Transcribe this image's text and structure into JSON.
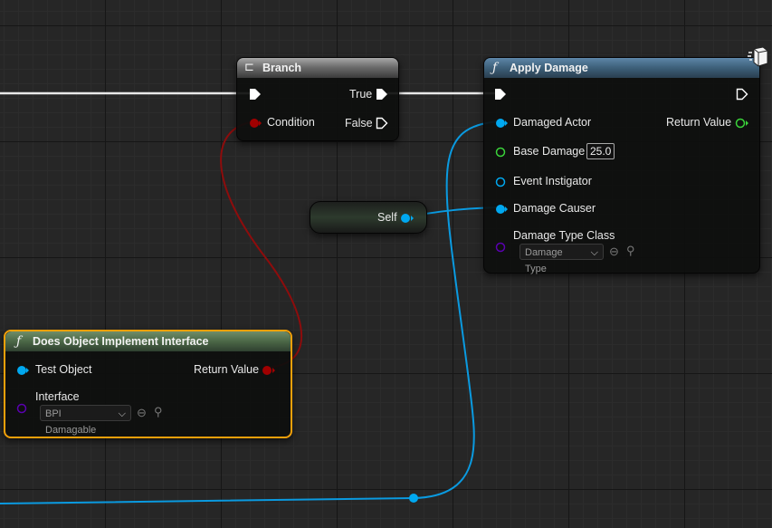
{
  "branch": {
    "title": "Branch",
    "true_label": "True",
    "false_label": "False",
    "condition_label": "Condition"
  },
  "apply_damage": {
    "title": "Apply Damage",
    "pins": {
      "damaged_actor": "Damaged Actor",
      "return_value": "Return Value",
      "base_damage": "Base Damage",
      "base_damage_value": "25.0",
      "event_instigator": "Event Instigator",
      "damage_causer": "Damage Causer",
      "damage_type_class": "Damage Type Class",
      "damage_type_value": "Damage Type"
    }
  },
  "self_node": {
    "label": "Self"
  },
  "implements_node": {
    "title": "Does Object Implement Interface",
    "pins": {
      "test_object": "Test Object",
      "return_value": "Return Value",
      "interface": "Interface",
      "interface_value": "BPI Damagable"
    }
  },
  "colors": {
    "exec": "#ffffff",
    "object": "#00a8f0",
    "boolean": "#a00000",
    "float": "#3ad33a",
    "class": "#5a00b0",
    "func_header": "#3e5e77",
    "pure_header": "#4d6848",
    "selected_border": "#f2a00a"
  }
}
